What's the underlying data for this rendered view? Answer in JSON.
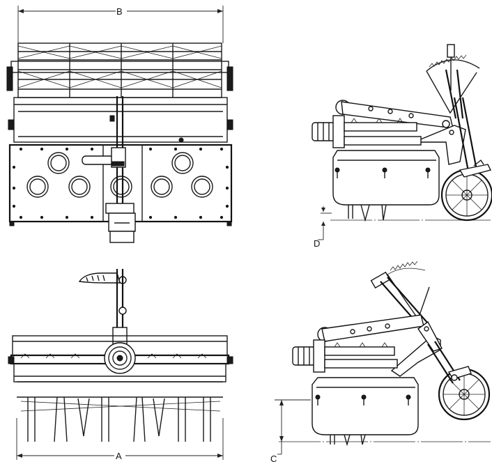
{
  "dimension_labels": {
    "top_width": "B",
    "bottom_width": "A",
    "side_clearance_top": "D",
    "side_height_bottom": "C"
  },
  "colors": {
    "line": "#1a1a1a",
    "background": "#ffffff"
  }
}
